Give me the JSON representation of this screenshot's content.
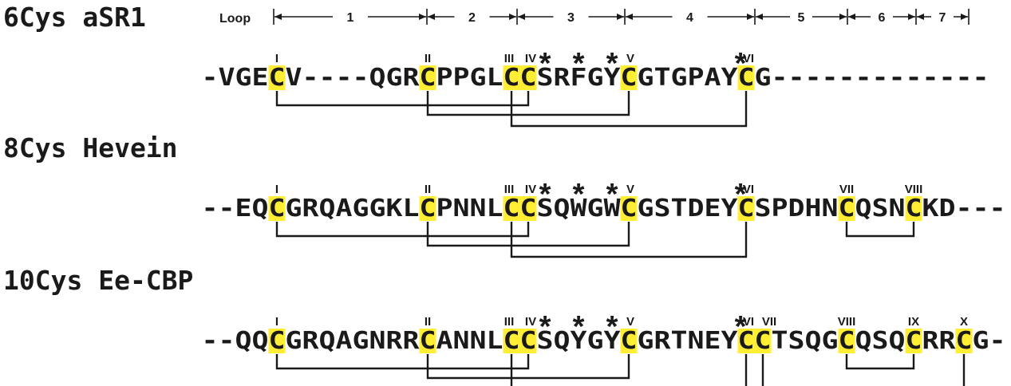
{
  "loops": {
    "label": "Loop",
    "numbers": [
      "1",
      "2",
      "3",
      "4",
      "5",
      "6",
      "7"
    ]
  },
  "panels": [
    {
      "title": "6Cys aSR1",
      "sequence": "-VGECV----QGRCPPGLCCSRFGYCGTGPAYCG-------------",
      "cys": [
        {
          "i": 4,
          "label": "I"
        },
        {
          "i": 13,
          "label": "II"
        },
        {
          "i": 18,
          "label": "III"
        },
        {
          "i": 19,
          "label": "IV"
        },
        {
          "i": 25,
          "label": "V"
        },
        {
          "i": 32,
          "label": "VI"
        }
      ],
      "stars": [
        20,
        22,
        24,
        32
      ],
      "bonds": [
        [
          4,
          19
        ],
        [
          13,
          25
        ],
        [
          18,
          32
        ]
      ]
    },
    {
      "title": "8Cys Hevein",
      "sequence": "--EQCGRQAGGKLCPNNLCCSQWGWCGSTDEYCSPDHNCQSNCKD---",
      "cys": [
        {
          "i": 4,
          "label": "I"
        },
        {
          "i": 13,
          "label": "II"
        },
        {
          "i": 18,
          "label": "III"
        },
        {
          "i": 19,
          "label": "IV"
        },
        {
          "i": 25,
          "label": "V"
        },
        {
          "i": 32,
          "label": "VI"
        },
        {
          "i": 38,
          "label": "VII"
        },
        {
          "i": 42,
          "label": "VIII"
        }
      ],
      "stars": [
        20,
        22,
        24,
        32
      ],
      "bonds": [
        [
          4,
          19
        ],
        [
          13,
          25
        ],
        [
          18,
          32
        ],
        [
          38,
          42
        ]
      ]
    },
    {
      "title": "10Cys Ee-CBP",
      "sequence": "--QQCGRQAGNRRCANNLCCSQYGYCGRTNEYCCTSQGCQSQCRRCG-",
      "cys": [
        {
          "i": 4,
          "label": "I"
        },
        {
          "i": 13,
          "label": "II"
        },
        {
          "i": 18,
          "label": "III"
        },
        {
          "i": 19,
          "label": "IV"
        },
        {
          "i": 25,
          "label": "V"
        },
        {
          "i": 32,
          "label": "VI"
        },
        {
          "i": 33,
          "label": "VII"
        },
        {
          "i": 38,
          "label": "VIII"
        },
        {
          "i": 42,
          "label": "IX"
        },
        {
          "i": 45,
          "label": "X"
        }
      ],
      "stars": [
        20,
        22,
        24,
        32
      ],
      "bonds": [
        [
          4,
          19
        ],
        [
          13,
          25
        ],
        [
          18,
          32
        ],
        [
          33,
          45
        ],
        [
          38,
          42
        ]
      ]
    }
  ]
}
